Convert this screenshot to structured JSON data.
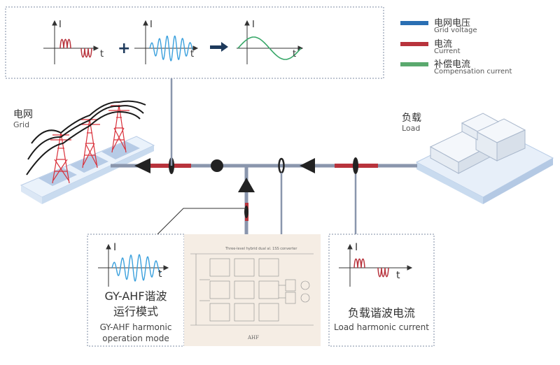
{
  "legend": [
    {
      "cn": "电网电压",
      "en": "Grid voltage",
      "color": "#2a6fb3"
    },
    {
      "cn": "电流",
      "en": "Current",
      "color": "#b8333c"
    },
    {
      "cn": "补偿电流",
      "en": "Compensation current",
      "color": "#5aa96e"
    }
  ],
  "grid": {
    "cn": "电网",
    "en": "Grid"
  },
  "load": {
    "cn": "负载",
    "en": "Load"
  },
  "top_box": {
    "axis_i": "I",
    "axis_t": "t",
    "plus": "+"
  },
  "ahf_box": {
    "axis_i": "I",
    "axis_t": "t",
    "title_line1": "GY-AHF谐波",
    "title_line2": "运行模式",
    "en_line1": "GY-AHF harmonic",
    "en_line2": "operation mode"
  },
  "load_box": {
    "axis_i": "I",
    "axis_t": "t",
    "title": "负载谐波电流",
    "en": "Load harmonic current"
  },
  "circuit": {
    "title": "Three-level hybrid dual al. 1SS converter",
    "caption": "AHF"
  },
  "colors": {
    "line": "#8a96ad",
    "red": "#b8333c",
    "blue": "#3aa0dd",
    "green": "#3aa86a",
    "dark": "#333333",
    "box": "#7d8ba3"
  }
}
